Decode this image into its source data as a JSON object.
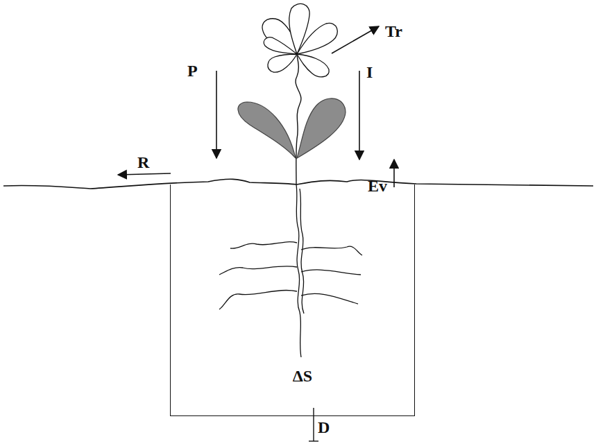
{
  "diagram": {
    "nodes": [
      {
        "text": [
          "ΔS"
        ]
      }
    ],
    "labels": [
      "Tr",
      "P",
      "I",
      "R",
      "Ev",
      "D"
    ]
  }
}
